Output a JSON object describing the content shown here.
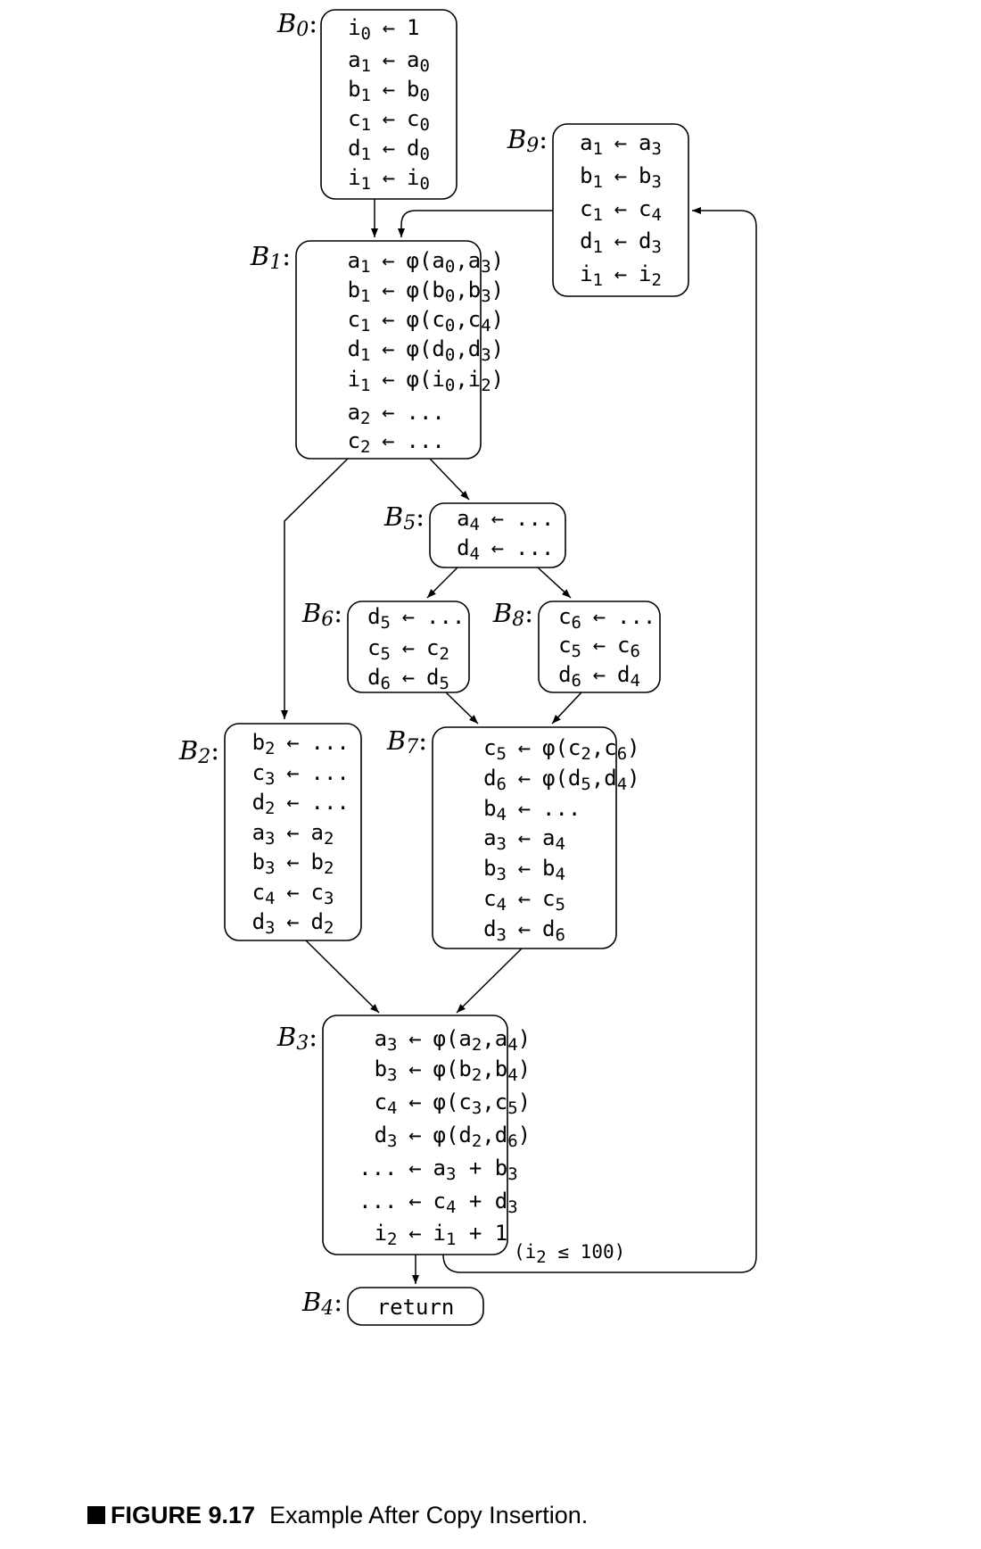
{
  "blocks": [
    {
      "id": "b0",
      "label": "B0:",
      "stmts": [
        [
          "i0",
          "1"
        ],
        [
          "a1",
          "a0"
        ],
        [
          "b1",
          "b0"
        ],
        [
          "c1",
          "c0"
        ],
        [
          "d1",
          "d0"
        ],
        [
          "i1",
          "i0"
        ]
      ]
    },
    {
      "id": "b1",
      "label": "B1:",
      "stmts": [
        [
          "a1",
          "φ(a0,a3)"
        ],
        [
          "b1",
          "φ(b0,b3)"
        ],
        [
          "c1",
          "φ(c0,c4)"
        ],
        [
          "d1",
          "φ(d0,d3)"
        ],
        [
          "i1",
          "φ(i0,i2)"
        ],
        [
          "a2",
          "..."
        ],
        [
          "c2",
          "..."
        ]
      ]
    },
    {
      "id": "b9",
      "label": "B9:",
      "stmts": [
        [
          "a1",
          "a3"
        ],
        [
          "b1",
          "b3"
        ],
        [
          "c1",
          "c4"
        ],
        [
          "d1",
          "d3"
        ],
        [
          "i1",
          "i2"
        ]
      ]
    },
    {
      "id": "b5",
      "label": "B5:",
      "stmts": [
        [
          "a4",
          "..."
        ],
        [
          "d4",
          "..."
        ]
      ]
    },
    {
      "id": "b6",
      "label": "B6:",
      "stmts": [
        [
          "d5",
          "..."
        ],
        [
          "c5",
          "c2"
        ],
        [
          "d6",
          "d5"
        ]
      ]
    },
    {
      "id": "b8",
      "label": "B8:",
      "stmts": [
        [
          "c6",
          "..."
        ],
        [
          "c5",
          "c6"
        ],
        [
          "d6",
          "d4"
        ]
      ]
    },
    {
      "id": "b2",
      "label": "B2:",
      "stmts": [
        [
          "b2",
          "..."
        ],
        [
          "c3",
          "..."
        ],
        [
          "d2",
          "..."
        ],
        [
          "a3",
          "a2"
        ],
        [
          "b3",
          "b2"
        ],
        [
          "c4",
          "c3"
        ],
        [
          "d3",
          "d2"
        ]
      ]
    },
    {
      "id": "b7",
      "label": "B7:",
      "stmts": [
        [
          "c5",
          "φ(c2,c6)"
        ],
        [
          "d6",
          "φ(d5,d4)"
        ],
        [
          "b4",
          "..."
        ],
        [
          "a3",
          "a4"
        ],
        [
          "b3",
          "b4"
        ],
        [
          "c4",
          "c5"
        ],
        [
          "d3",
          "d6"
        ]
      ]
    },
    {
      "id": "b3",
      "label": "B3:",
      "stmts": [
        [
          "a3",
          "φ(a2,a4)"
        ],
        [
          "b3",
          "φ(b2,b4)"
        ],
        [
          "c4",
          "φ(c3,c5)"
        ],
        [
          "d3",
          "φ(d2,d6)"
        ],
        [
          "...",
          "a3 + b3"
        ],
        [
          "...",
          "c4 + d3"
        ],
        [
          "i2",
          "i1 + 1"
        ]
      ]
    },
    {
      "id": "b4",
      "label": "B4:",
      "stmts": [
        [
          "return",
          ""
        ]
      ]
    }
  ],
  "arrow_symbol": "←",
  "edges": [
    {
      "from": "B0",
      "to": "B1"
    },
    {
      "from": "B9",
      "to": "B1"
    },
    {
      "from": "B1",
      "to": "B2"
    },
    {
      "from": "B1",
      "to": "B5"
    },
    {
      "from": "B5",
      "to": "B6"
    },
    {
      "from": "B5",
      "to": "B8"
    },
    {
      "from": "B6",
      "to": "B7"
    },
    {
      "from": "B8",
      "to": "B7"
    },
    {
      "from": "B2",
      "to": "B3"
    },
    {
      "from": "B7",
      "to": "B3"
    },
    {
      "from": "B3",
      "to": "B4"
    },
    {
      "from": "B3",
      "to": "B9",
      "label": "(i2 ≤ 100)"
    }
  ],
  "caption": {
    "number": "FIGURE 9.17",
    "text": "Example After Copy Insertion."
  }
}
